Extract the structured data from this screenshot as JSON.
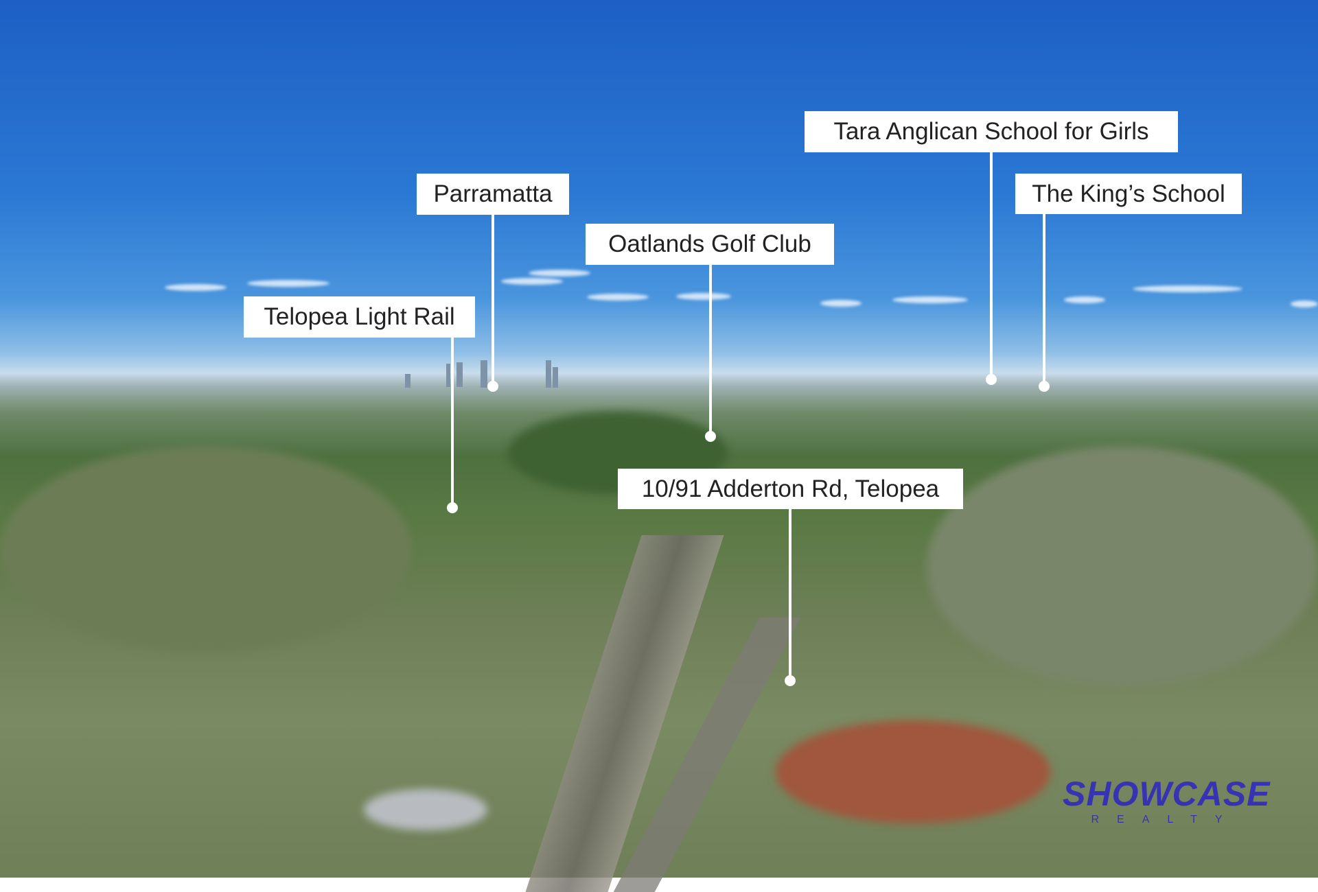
{
  "labels": {
    "tara": "Tara Anglican School for Girls",
    "kings": "The King’s School",
    "parramatta": "Parramatta",
    "oatlands": "Oatlands Golf Club",
    "telopea_rail": "Telopea Light Rail",
    "property": "10/91 Adderton Rd, Telopea"
  },
  "watermark": {
    "brand": "SHOWCASE",
    "sub": "REALTY"
  }
}
